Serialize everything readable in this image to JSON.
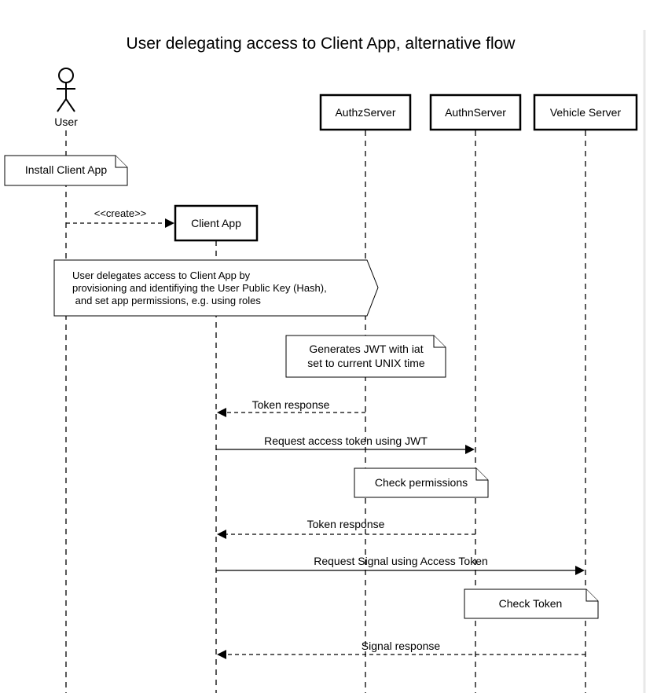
{
  "title": "User delegating access to Client App, alternative flow",
  "participants": {
    "user": "User",
    "authz": "AuthzServer",
    "authn": "AuthnServer",
    "vehicle": "Vehicle Server",
    "client": "Client App"
  },
  "notes": {
    "install": "Install Client App",
    "delegate": [
      "User delegates access to Client App by",
      "provisioning and identifiying the User Public Key (Hash),",
      " and set app permissions, e.g. using roles"
    ],
    "jwt": [
      "Generates JWT with iat",
      "set to current UNIX time"
    ],
    "perm": "Check permissions",
    "token": "Check Token"
  },
  "messages": {
    "create": "<<create>>",
    "token_resp_1": "Token response",
    "request_token": "Request access token using JWT",
    "token_resp_2": "Token response",
    "request_signal": "Request Signal using Access Token",
    "signal_resp": "Signal response"
  }
}
